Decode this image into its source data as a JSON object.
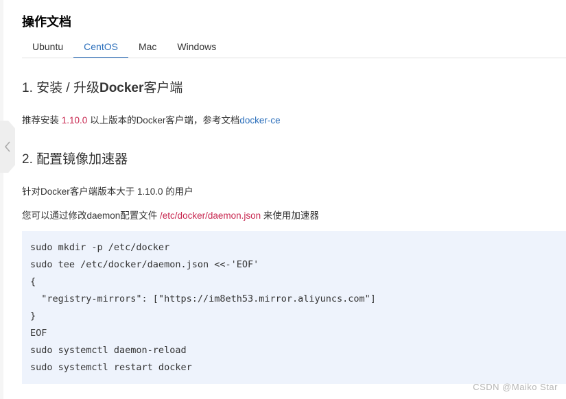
{
  "doc_title": "操作文档",
  "tabs": [
    {
      "label": "Ubuntu",
      "active": false
    },
    {
      "label": "CentOS",
      "active": true
    },
    {
      "label": "Mac",
      "active": false
    },
    {
      "label": "Windows",
      "active": false
    }
  ],
  "section1": {
    "heading_prefix": "1. 安装 / 升级",
    "heading_en": "Docker",
    "heading_suffix": "客户端",
    "text_before": "推荐安装 ",
    "version": "1.10.0",
    "text_after": " 以上版本的Docker客户端，参考文档",
    "link_text": "docker-ce"
  },
  "section2": {
    "heading": "2. 配置镜像加速器",
    "para1": "针对Docker客户端版本大于 1.10.0 的用户",
    "para2_before": "您可以通过修改daemon配置文件 ",
    "para2_path": "/etc/docker/daemon.json",
    "para2_after": " 来使用加速器",
    "code_lines": [
      "sudo mkdir -p /etc/docker",
      "sudo tee /etc/docker/daemon.json <<-'EOF'",
      "{",
      "  \"registry-mirrors\": [\"https://im8eth53.mirror.aliyuncs.com\"]",
      "}",
      "EOF",
      "sudo systemctl daemon-reload",
      "sudo systemctl restart docker"
    ]
  },
  "watermark": "CSDN @Maiko Star",
  "icons": {
    "collapse": "chevron-left-icon"
  },
  "colors": {
    "accent": "#2a6ebb",
    "code_highlight": "#c7254e",
    "code_bg": "#eef3fc"
  }
}
